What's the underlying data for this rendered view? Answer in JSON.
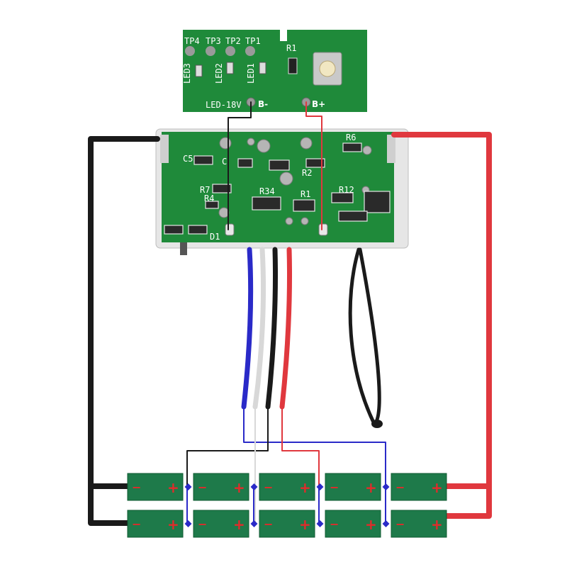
{
  "colors": {
    "pcb_green": "#1f8a3a",
    "pcb_dark": "#14692a",
    "cell_green": "#1e7a4a",
    "cell_border": "#0f5a30",
    "wire_red": "#e0383e",
    "wire_black": "#1a1a1a",
    "wire_blue": "#2a2ac8",
    "wire_white": "#d8d8d8",
    "plus_red": "#e32b2b",
    "minus_red": "#e32b2b"
  },
  "indicator_board": {
    "test_points": [
      "TP4",
      "TP3",
      "TP2",
      "TP1"
    ],
    "leds": [
      "LED3",
      "LED2",
      "LED1"
    ],
    "resistor": "R1",
    "board_label": "LED-18V",
    "neg_label": "B-",
    "pos_label": "B+"
  },
  "main_board": {
    "components": [
      "C5",
      "C",
      "R6",
      "R7",
      "R34",
      "R4",
      "R1",
      "R12",
      "R2",
      "D1"
    ]
  },
  "cells": {
    "rows": 2,
    "cols": 5,
    "plus": "+",
    "minus": "−"
  }
}
